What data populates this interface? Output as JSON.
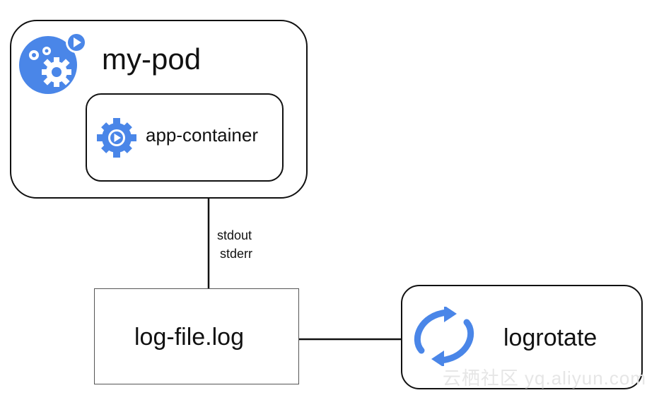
{
  "pod": {
    "title": "my-pod",
    "icon": "kubernetes-pod-icon"
  },
  "container": {
    "label": "app-container",
    "icon": "container-gear-icon"
  },
  "logfile": {
    "label": "log-file.log"
  },
  "logrotate": {
    "label": "logrotate",
    "icon": "rotate-arrows-icon"
  },
  "edge": {
    "stream_stdout": "stdout",
    "stream_stderr": "stderr"
  },
  "watermark": "云栖社区 yq.aliyun.com",
  "colors": {
    "icon_blue": "#4a86e8",
    "stroke": "#111111"
  }
}
